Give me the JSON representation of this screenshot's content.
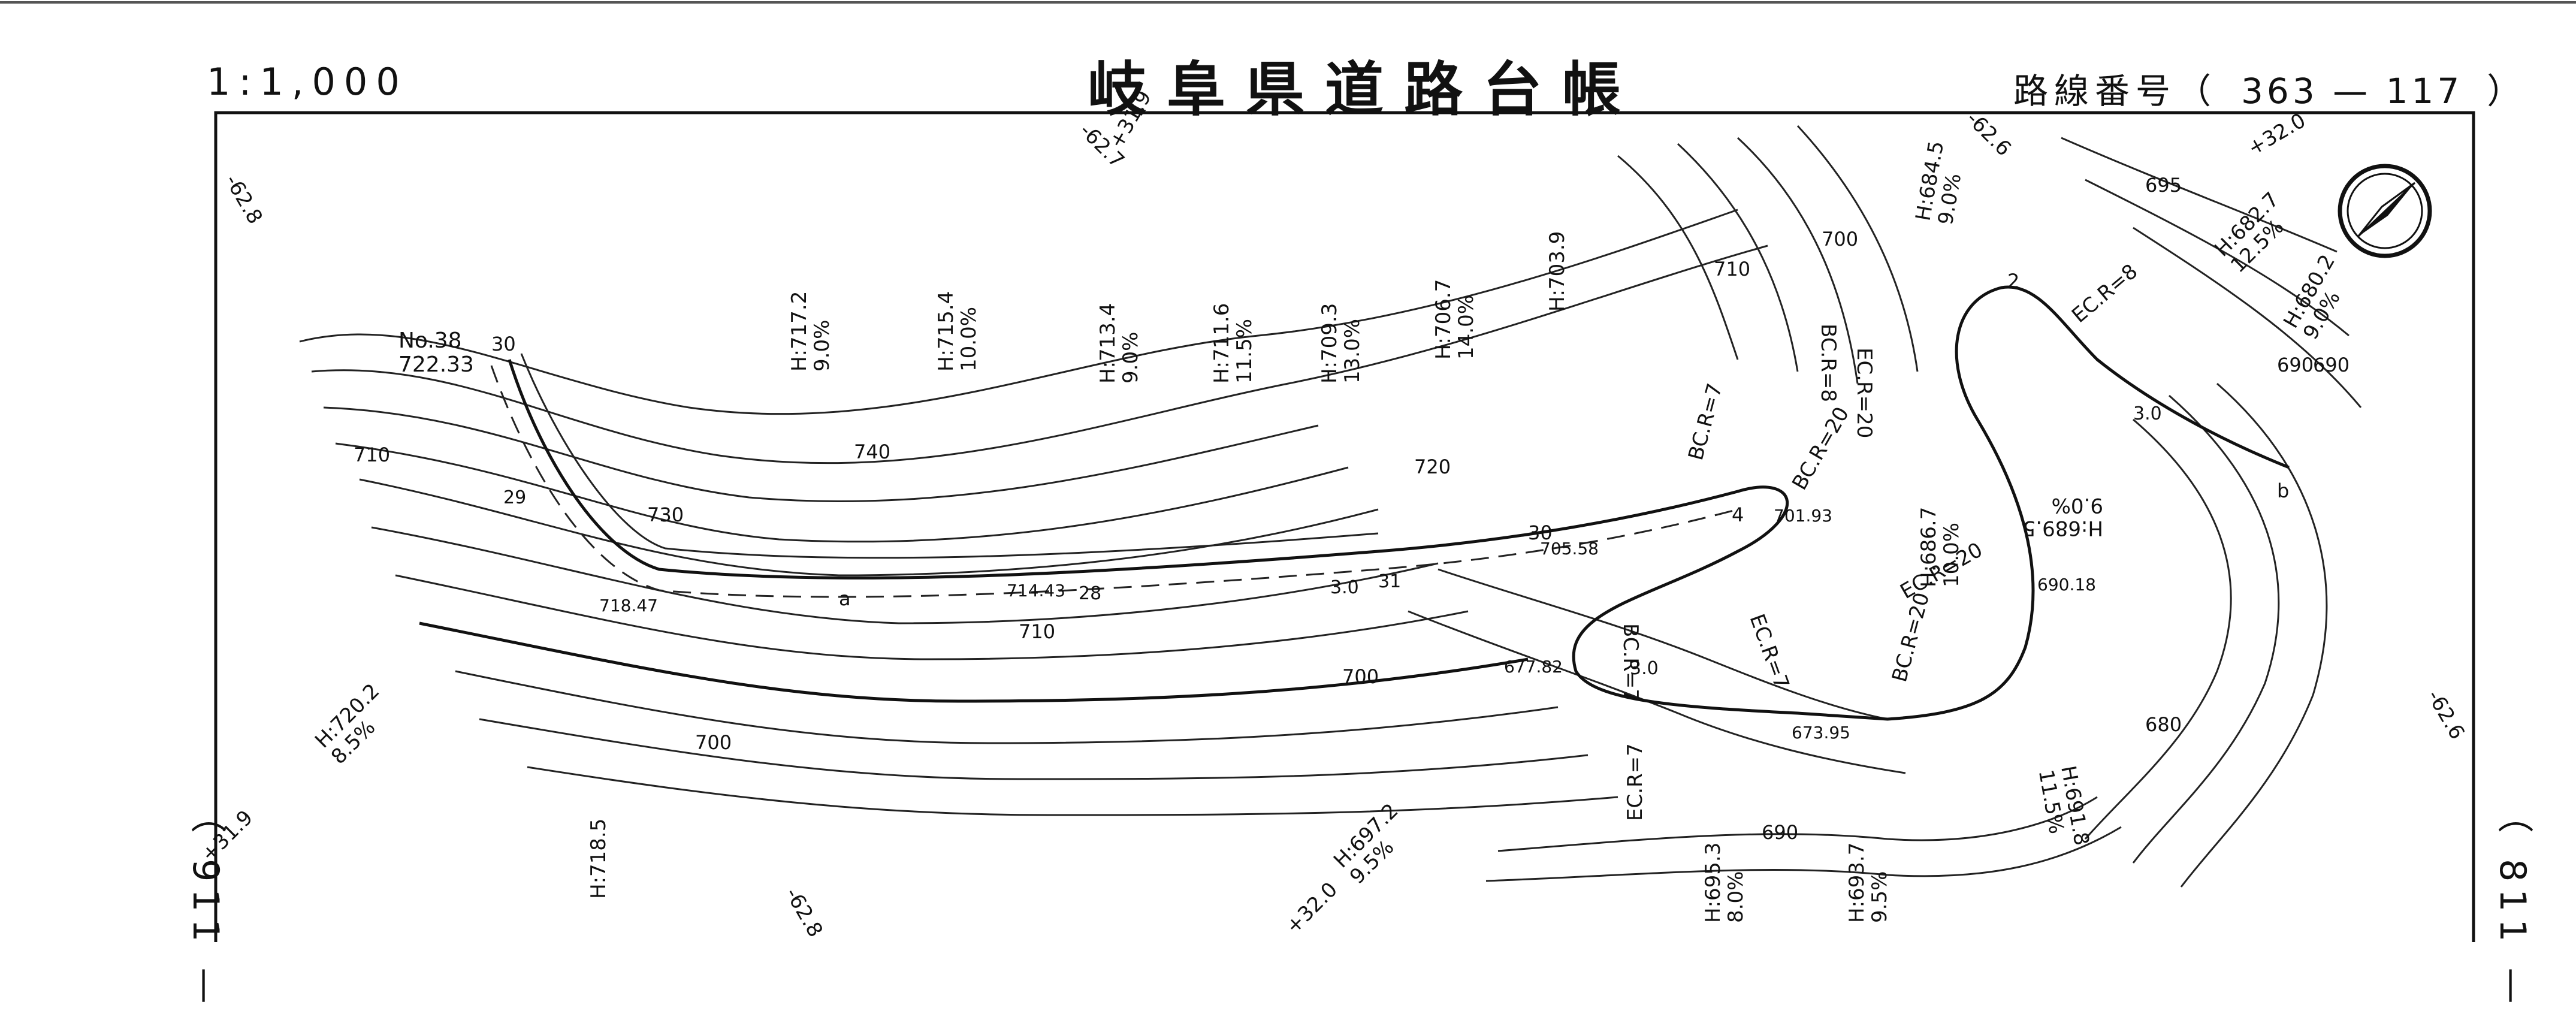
{
  "header": {
    "scale": "1:1,000",
    "title": "岐阜県道路台帳",
    "route_label": "路線番号（",
    "route_number": "363 — 117",
    "route_close": "）"
  },
  "sheets": {
    "left": "（ 911 —",
    "right": "（ 811 —"
  },
  "road": {
    "stations": [
      "No.38",
      "30",
      "29",
      "28",
      "a",
      "b",
      "30",
      "31",
      "3.0",
      "3.0",
      "4",
      "2",
      "3.0"
    ],
    "elevations": [
      "722.33",
      "718.47",
      "714.43",
      "705.58",
      "701.93",
      "690.18",
      "677.82",
      "673.95"
    ],
    "curves": [
      "BC.R=7",
      "EC.R=7",
      "BC.R=20",
      "EC.R=20",
      "BC.R=8",
      "EC.R=8",
      "BC.R=20",
      "EC.R=20",
      "BC.R=7",
      "EC.R=7"
    ]
  },
  "grades": [
    {
      "h": "H:717.2",
      "g": "9.0%"
    },
    {
      "h": "H:715.4",
      "g": "10.0%"
    },
    {
      "h": "H:713.4",
      "g": "9.0%"
    },
    {
      "h": "H:711.6",
      "g": "11.5%"
    },
    {
      "h": "H:709.3",
      "g": "13.0%"
    },
    {
      "h": "H:706.7",
      "g": "14.0%"
    },
    {
      "h": "H:703.9",
      "g": ""
    },
    {
      "h": "H:720.2",
      "g": "8.5%"
    },
    {
      "h": "H:718.5",
      "g": ""
    },
    {
      "h": "H:697.2",
      "g": "9.5%"
    },
    {
      "h": "H:695.3",
      "g": "8.0%"
    },
    {
      "h": "H:693.7",
      "g": "9.5%"
    },
    {
      "h": "H:691.8",
      "g": "11.5%"
    },
    {
      "h": "H:689.5",
      "g": "9.0%"
    },
    {
      "h": "H:686.7",
      "g": "10.0%"
    },
    {
      "h": "H:684.5",
      "g": "9.0%"
    },
    {
      "h": "H:682.7",
      "g": "12.5%"
    },
    {
      "h": "H:680.2",
      "g": "9.0%"
    }
  ],
  "contours": [
    "740",
    "730",
    "720",
    "710",
    "710",
    "700",
    "700",
    "700",
    "710",
    "690",
    "690",
    "680",
    "695",
    "690"
  ],
  "edge_marks": [
    "-62.8",
    "-62.7",
    "+31.9",
    "-62.6",
    "+32.0",
    "-62.6",
    "+31.9",
    "-62.8",
    "+32.0"
  ]
}
